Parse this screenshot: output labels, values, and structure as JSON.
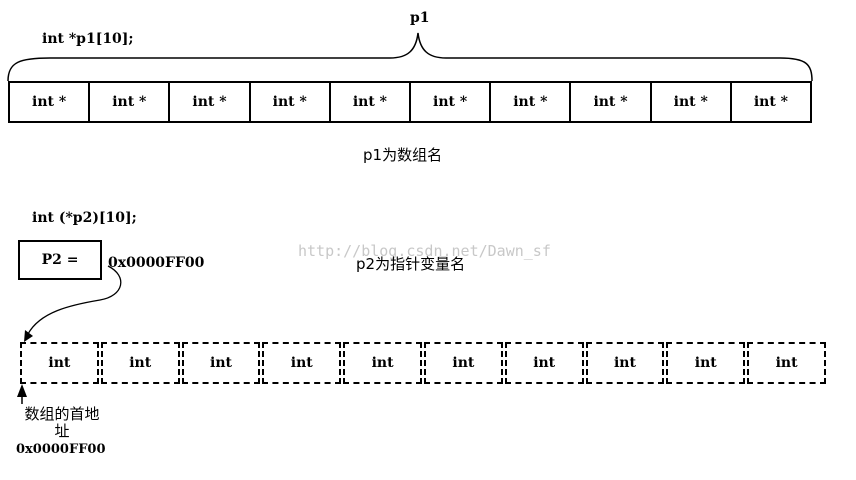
{
  "top": {
    "declaration": "int  *p1[10];",
    "brace_label": "p1",
    "cells": [
      "int *",
      "int *",
      "int *",
      "int *",
      "int *",
      "int *",
      "int *",
      "int *",
      "int *",
      "int *"
    ],
    "caption": "p1为数组名"
  },
  "bottom": {
    "declaration": "int  (*p2)[10];",
    "pointer_box": "P2 =",
    "pointer_value": "0x0000FF00",
    "caption": "p2为指针变量名",
    "cells": [
      "int",
      "int",
      "int",
      "int",
      "int",
      "int",
      "int",
      "int",
      "int",
      "int"
    ],
    "address_label_line1": "数组的首地",
    "address_label_line2": "址",
    "address_value": "0x0000FF00"
  },
  "watermark": "http://blog.csdn.net/Dawn_sf"
}
